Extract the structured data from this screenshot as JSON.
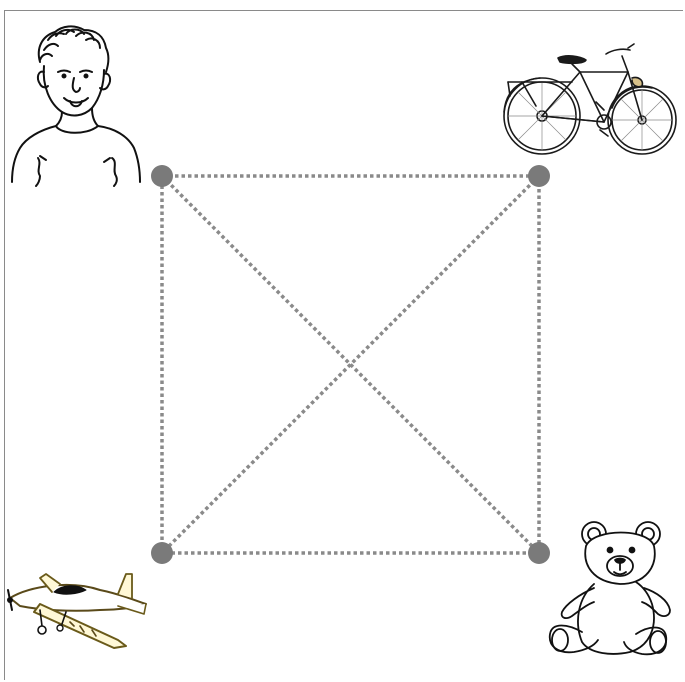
{
  "diagram": {
    "line_color": "#8a8a8a",
    "dot_color": "#7a7a7a",
    "line_style": "dotted",
    "nodes": [
      {
        "id": "top-left",
        "picture": "boy-icon"
      },
      {
        "id": "top-right",
        "picture": "bicycle-icon"
      },
      {
        "id": "bottom-right",
        "picture": "teddy-bear-icon"
      },
      {
        "id": "bottom-left",
        "picture": "airplane-icon"
      }
    ],
    "edges": [
      [
        "top-left",
        "top-right"
      ],
      [
        "top-right",
        "bottom-right"
      ],
      [
        "bottom-right",
        "bottom-left"
      ],
      [
        "bottom-left",
        "top-left"
      ],
      [
        "top-left",
        "bottom-right"
      ],
      [
        "top-right",
        "bottom-left"
      ]
    ]
  }
}
